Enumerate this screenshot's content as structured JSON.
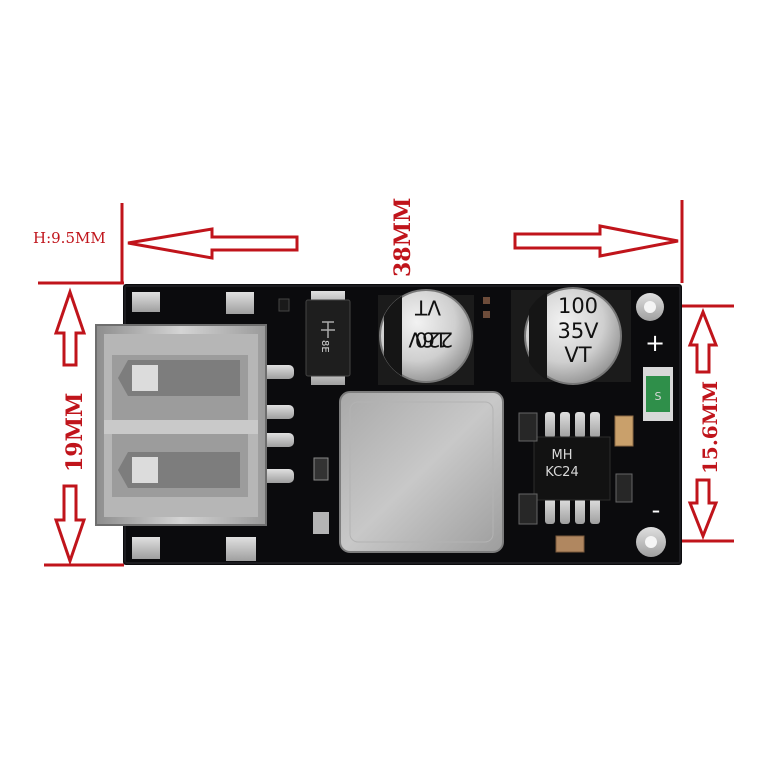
{
  "dimensions": {
    "height_label": "H:9.5MM",
    "length_label": "38MM",
    "width_label": "19MM",
    "hole_spacing_label": "15.6MM"
  },
  "components": {
    "capacitor_left": {
      "line1": "220",
      "line2": "16V",
      "line3": "VT"
    },
    "capacitor_right": {
      "line1": "100",
      "line2": "35V",
      "line3": "VT"
    },
    "ic_marking": {
      "line1": "MH",
      "line2": "KC24"
    },
    "diode_marking": "8E",
    "led_marking": "S",
    "plus_label": "+",
    "minus_label": "-"
  },
  "colors": {
    "dimension_red": "#c0141b",
    "pcb_black": "#0b0b0d",
    "metal": "#b8b8b8"
  }
}
